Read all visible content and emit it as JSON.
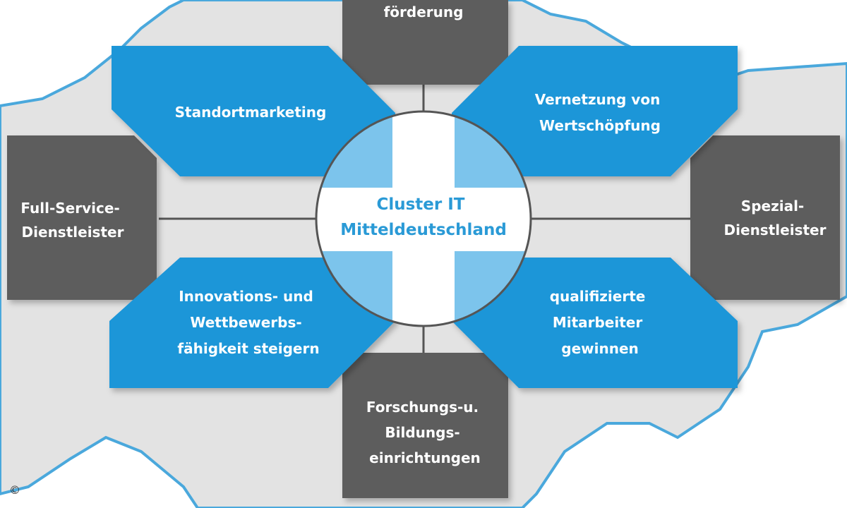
{
  "colors": {
    "map_fill": "#e3e3e3",
    "map_border": "#4aa8dc",
    "blue_panel": "#1f96d8",
    "blue_light": "#7cc4ec",
    "dark_panel": "#5d5d5d",
    "connector": "#555555",
    "hub_text": "#2a9ad6",
    "hub_ring": "#555555"
  },
  "hub": {
    "line1": "Cluster IT",
    "line2": "Mitteldeutschland"
  },
  "blue_boxes": {
    "top_left": {
      "lines": [
        "Standortmarketing"
      ]
    },
    "top_right": {
      "lines": [
        "Vernetzung von",
        "Wertschöpfung"
      ]
    },
    "bottom_left": {
      "lines": [
        "Innovations- und",
        "Wettbewerbs-",
        "fähigkeit steigern"
      ]
    },
    "bottom_right": {
      "lines": [
        "qualifizierte",
        "Mitarbeiter",
        "gewinnen"
      ]
    }
  },
  "gray_boxes": {
    "top": {
      "lines": [
        "förderung"
      ]
    },
    "left": {
      "lines": [
        "Full-Service-",
        "Dienstleister"
      ]
    },
    "right": {
      "lines": [
        "Spezial-",
        "Dienstleister"
      ]
    },
    "bottom": {
      "lines": [
        "Forschungs-u.",
        "Bildungs-",
        "einrichtungen"
      ]
    }
  },
  "copyright_symbol": "©"
}
